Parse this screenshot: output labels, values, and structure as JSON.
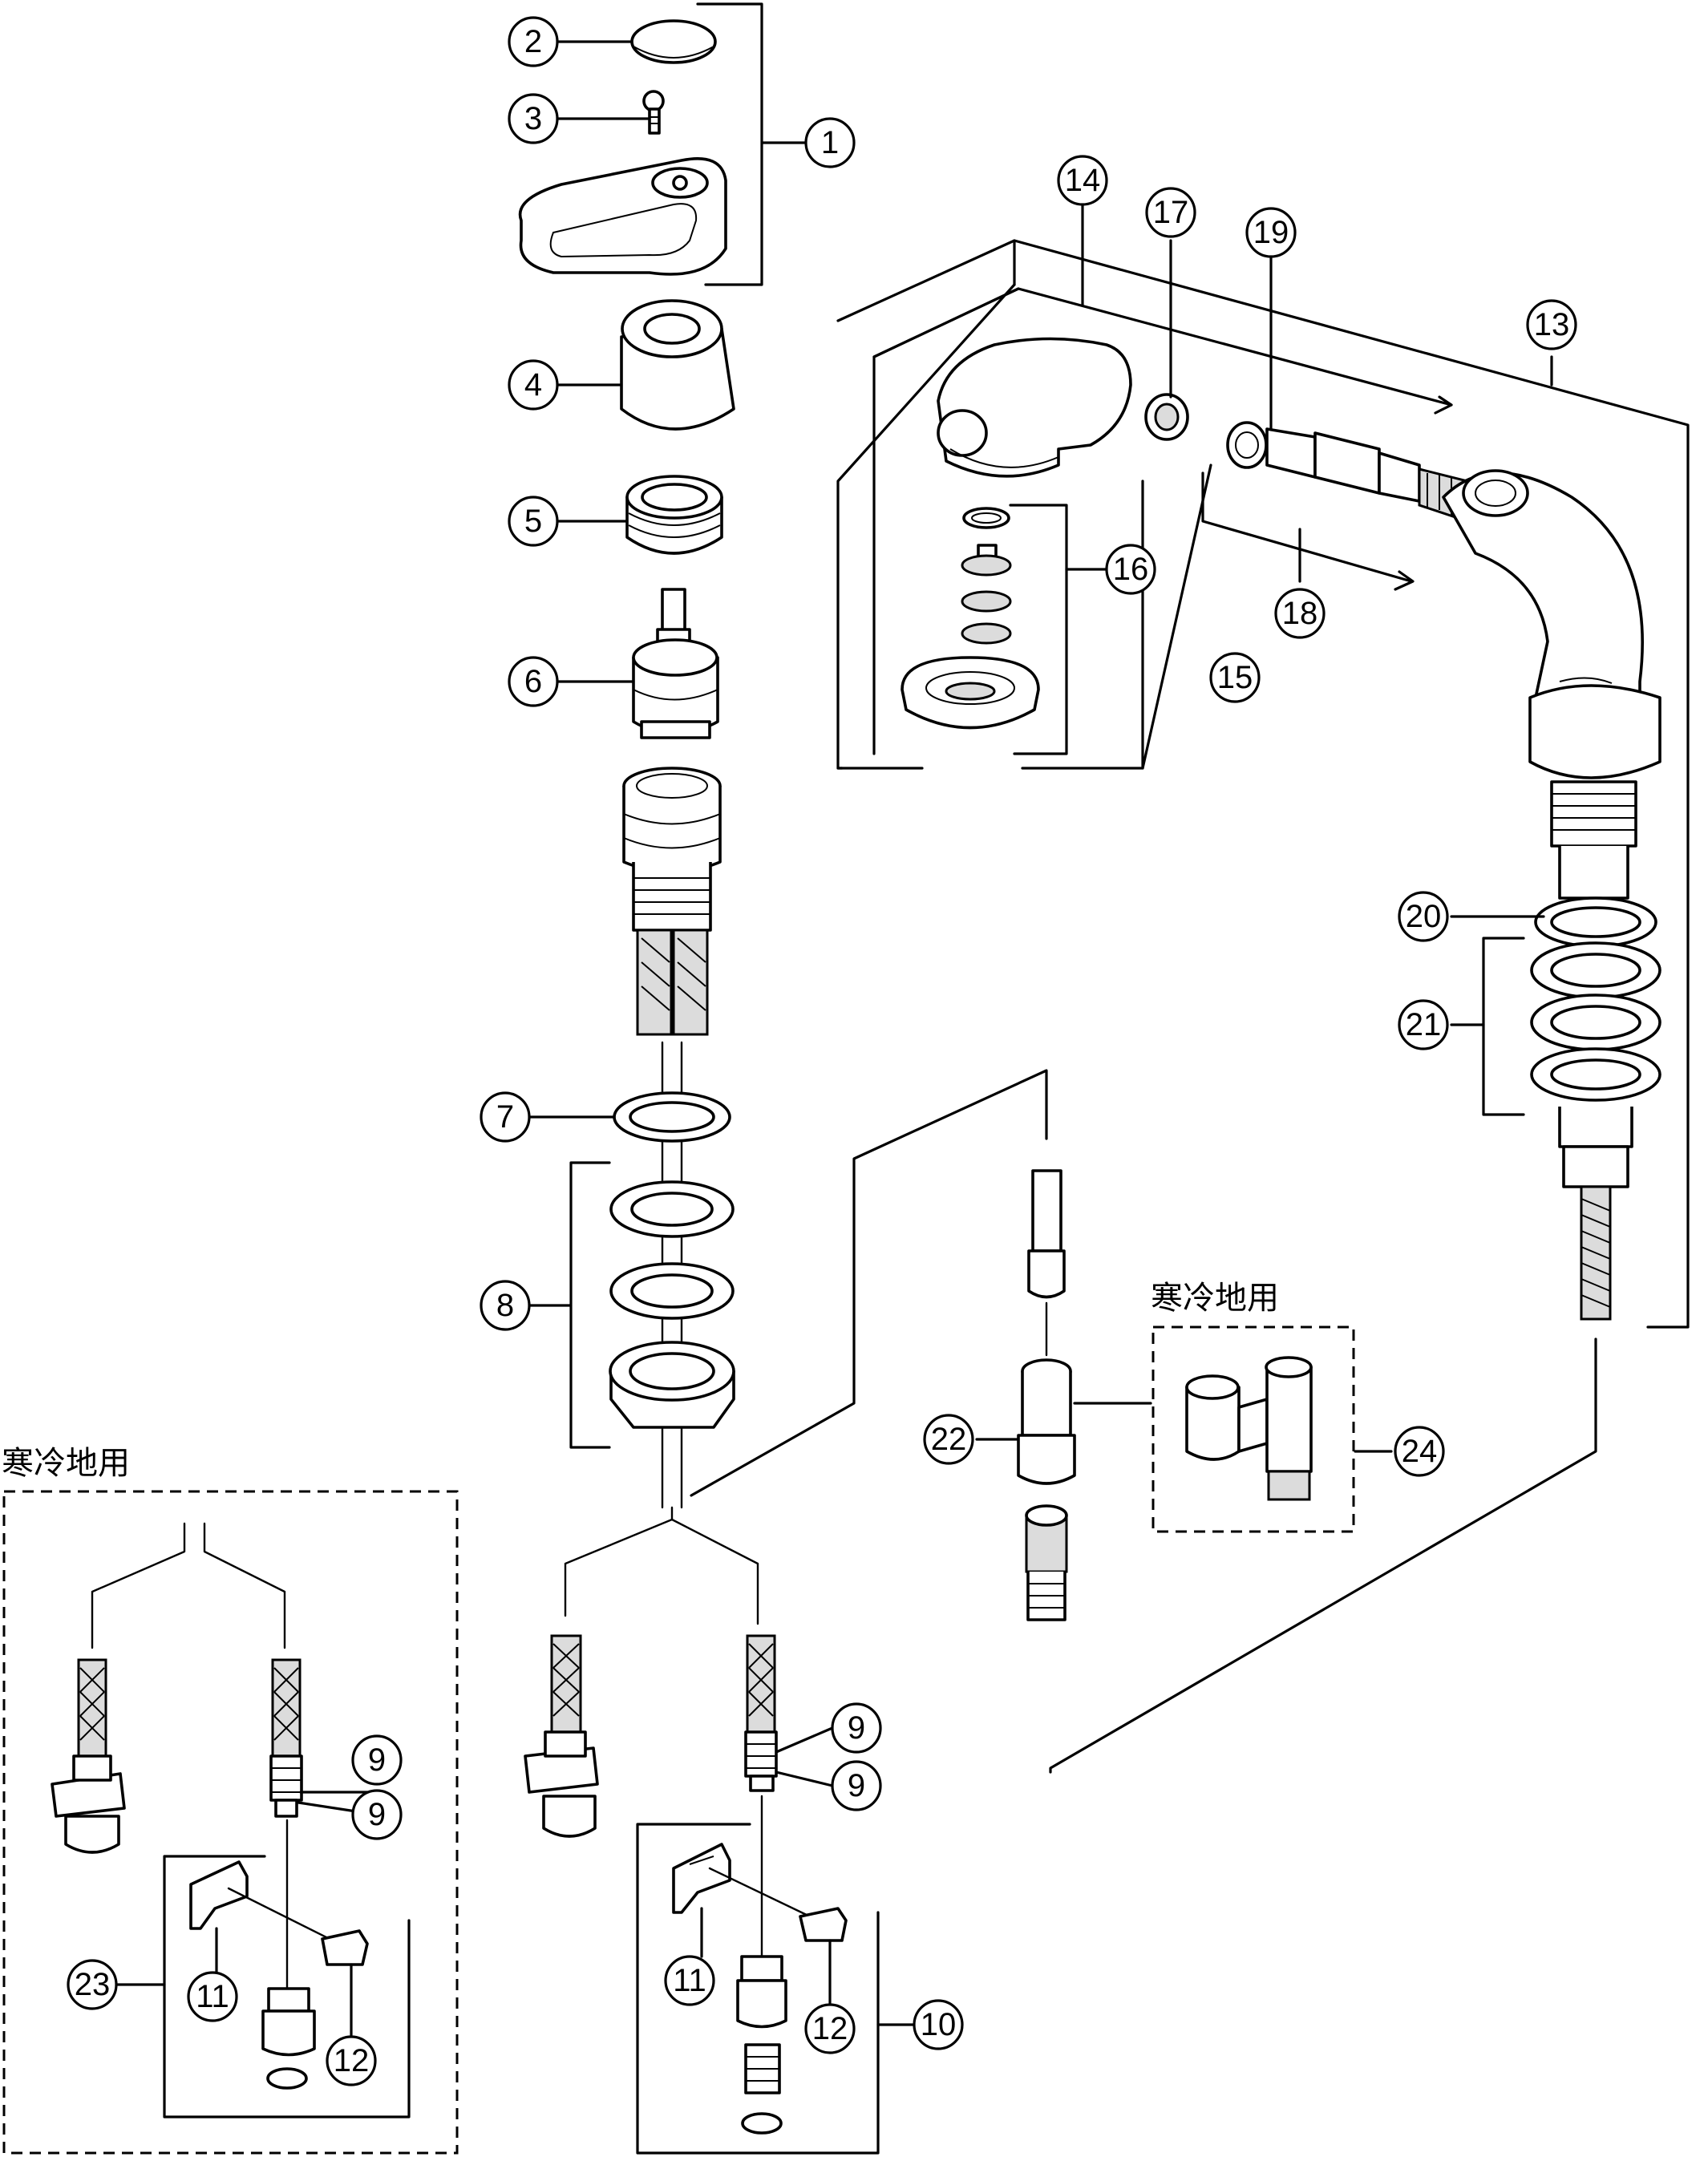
{
  "callouts": {
    "c1": "1",
    "c2": "2",
    "c3": "3",
    "c4": "4",
    "c5": "5",
    "c6": "6",
    "c7": "7",
    "c8": "8",
    "c9": "9",
    "c10": "10",
    "c11": "11",
    "c12": "12",
    "c13": "13",
    "c14": "14",
    "c15": "15",
    "c16": "16",
    "c17": "17",
    "c18": "18",
    "c19": "19",
    "c20": "20",
    "c21": "21",
    "c22": "22",
    "c23": "23",
    "c24": "24"
  },
  "notes": {
    "cold_region_left": "寒冷地用",
    "cold_region_right": "寒冷地用"
  }
}
